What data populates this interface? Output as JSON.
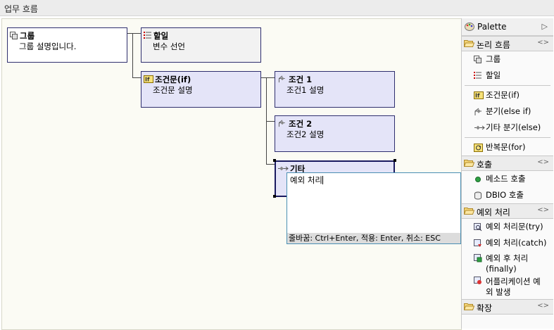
{
  "window": {
    "title": "업무 흐름"
  },
  "nodes": {
    "group": {
      "title": "그룹",
      "desc": "그룹 설명입니다."
    },
    "assign": {
      "title": "할일",
      "desc": "변수 선언"
    },
    "if": {
      "title": "조건문(if)",
      "desc": "조건문 설명"
    },
    "cond1": {
      "title": "조건 1",
      "desc": "조건1 설명"
    },
    "cond2": {
      "title": "조건 2",
      "desc": "조건2 설명"
    },
    "other": {
      "title": "기타"
    }
  },
  "editor": {
    "value": "예외 처리",
    "hint": "줄바꿈: Ctrl+Enter, 적용: Enter, 취소: ESC"
  },
  "palette": {
    "title": "Palette",
    "drawers": [
      {
        "label": "논리 흐름",
        "items": [
          "그룹",
          "할일",
          "조건문(if)",
          "분기(else if)",
          "기타 분기(else)",
          "반복문(for)"
        ]
      },
      {
        "label": "호출",
        "items": [
          "메소드 호출",
          "DBIO 호출"
        ]
      },
      {
        "label": "예외 처리",
        "items": [
          "예외 처리문(try)",
          "예외 처리(catch)",
          "예외 후 처리",
          "(finally)",
          "어플리케이션 예",
          "외 발생"
        ]
      },
      {
        "label": "확장"
      }
    ]
  },
  "colors": {
    "node_fill": "#e4e4f8",
    "node_fill_plain": "#f2f2f2",
    "node_border": "#2e2e6e",
    "canvas_bg": "#fbfbf4",
    "editor_border": "#4a8fb3"
  }
}
